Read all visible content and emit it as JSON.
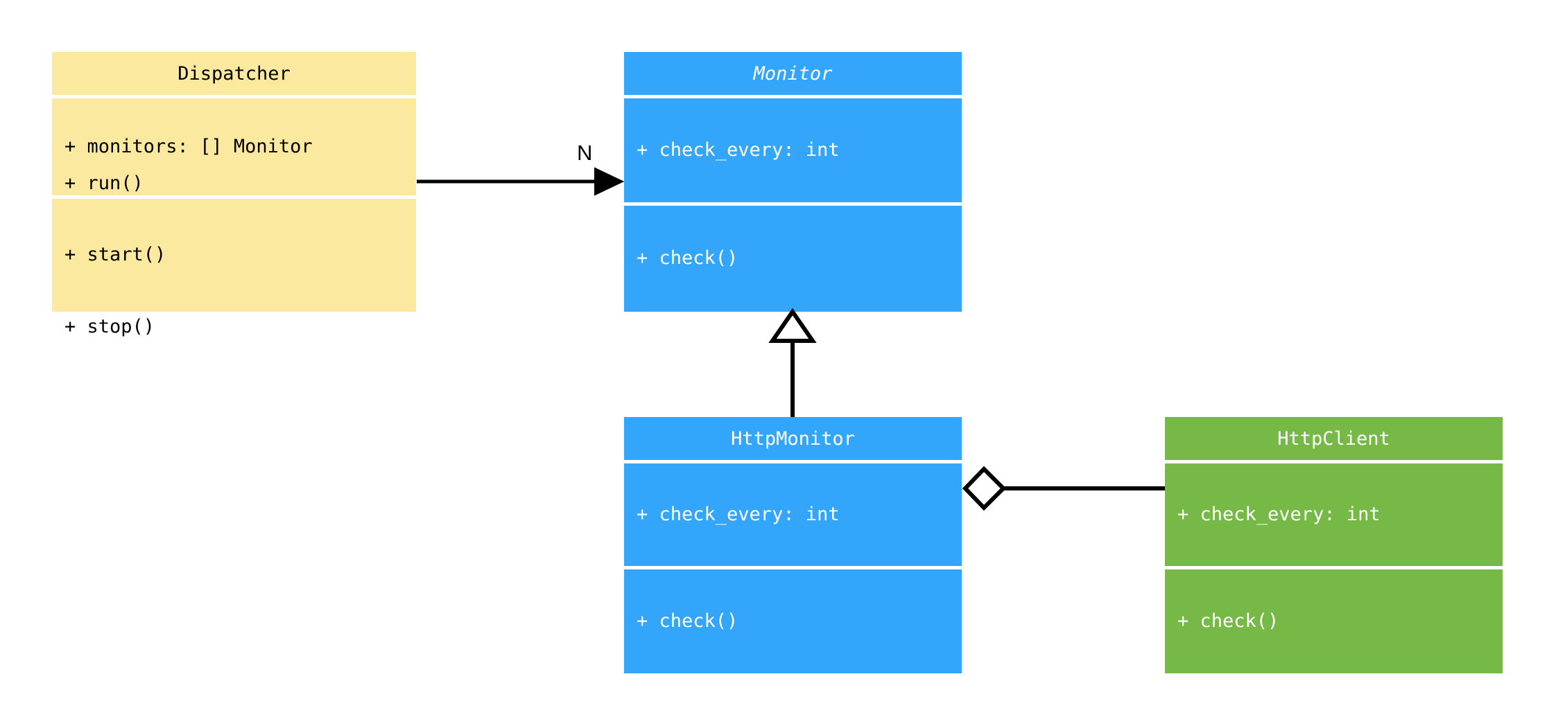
{
  "diagram": {
    "type": "uml-class-diagram",
    "background": "#ffffff",
    "colors": {
      "dispatcher": "#fce9a0",
      "monitor": "#33a5fa",
      "http_monitor": "#33a5fa",
      "http_client": "#76b947",
      "line": "#000000",
      "text_on_yellow": "#000000",
      "text_on_color": "#ffffff"
    }
  },
  "classes": {
    "dispatcher": {
      "name": "Dispatcher",
      "abstract": false,
      "attributes": [
        "+ monitors: [] Monitor"
      ],
      "methods": [
        "+ run()",
        "+ start()",
        "+ stop()"
      ]
    },
    "monitor": {
      "name": "Monitor",
      "abstract": true,
      "attributes": [
        "+ check_every: int"
      ],
      "methods": [
        "+ check()"
      ]
    },
    "http_monitor": {
      "name": "HttpMonitor",
      "abstract": false,
      "attributes": [
        "+ check_every: int"
      ],
      "methods": [
        "+ check()"
      ]
    },
    "http_client": {
      "name": "HttpClient",
      "abstract": false,
      "attributes": [
        "+ check_every: int"
      ],
      "methods": [
        "+ check()"
      ]
    }
  },
  "relationships": {
    "dispatcher_to_monitor": {
      "kind": "association",
      "from": "Dispatcher",
      "to": "Monitor",
      "arrow": "filled-triangle",
      "multiplicity_label": "N"
    },
    "httpmonitor_to_monitor": {
      "kind": "inheritance",
      "from": "HttpMonitor",
      "to": "Monitor",
      "arrow": "hollow-triangle",
      "multiplicity_label": ""
    },
    "httpmonitor_to_httpclient": {
      "kind": "aggregation",
      "from": "HttpMonitor",
      "to": "HttpClient",
      "arrow": "hollow-diamond",
      "multiplicity_label": ""
    }
  }
}
